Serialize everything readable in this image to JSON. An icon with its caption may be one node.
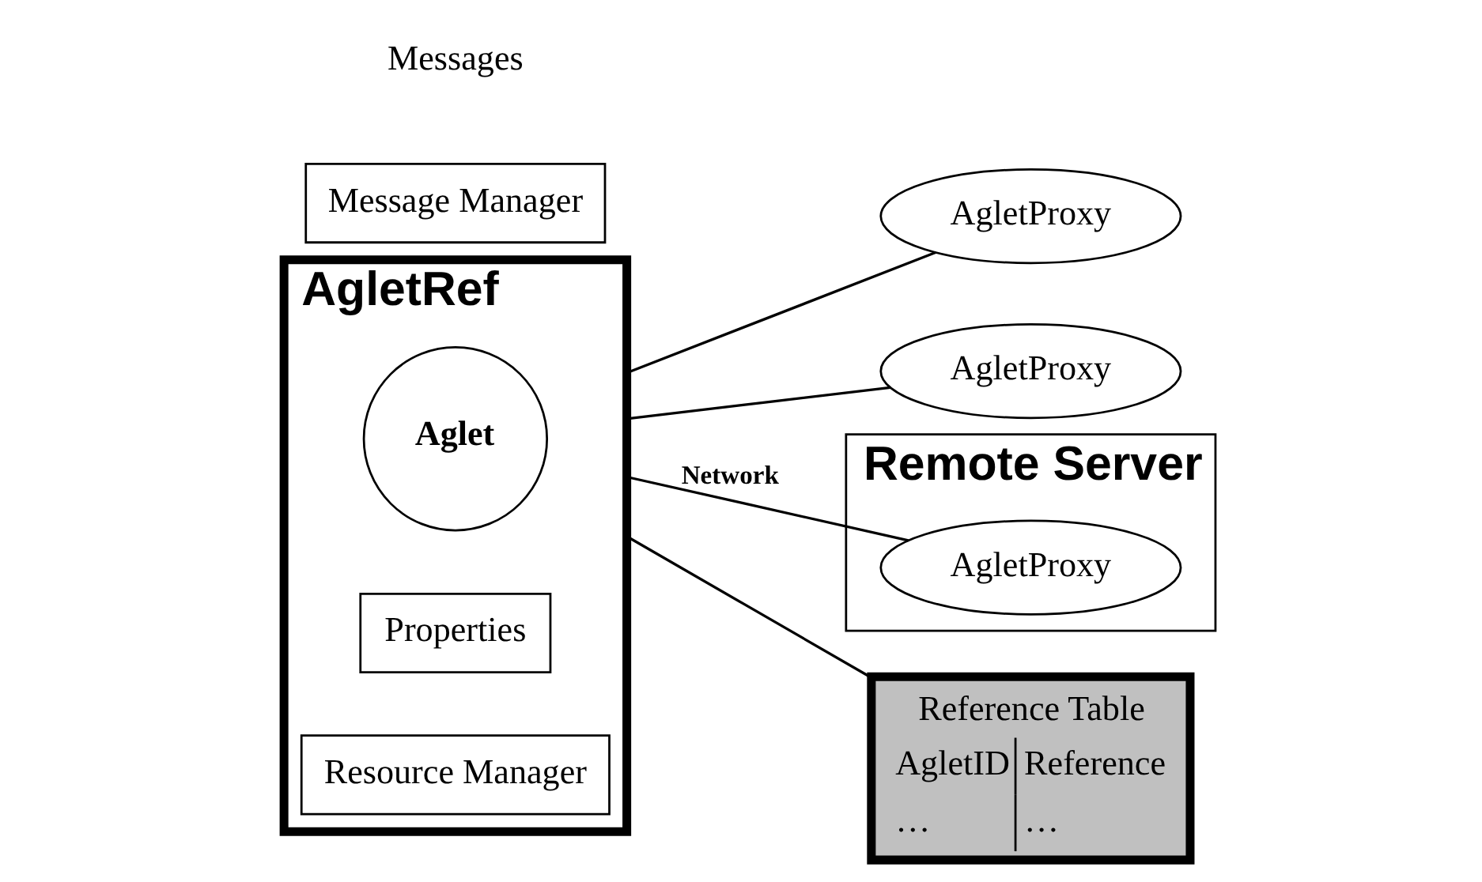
{
  "diagram": {
    "nodes": [
      {
        "text": [
          "AgletRef"
        ]
      },
      {
        "text": [
          "Aglet"
        ],
        "in": 0
      },
      {
        "text": [
          "Message Manager"
        ]
      },
      {
        "text": [
          "Properties"
        ],
        "in": 0
      },
      {
        "text": [
          "Resource Manager"
        ],
        "in": 0
      },
      {
        "text": [
          "AgletProxy"
        ]
      },
      {
        "text": [
          "AgletProxy"
        ]
      },
      {
        "text": [
          "Remote Server"
        ]
      },
      {
        "text": [
          "AgletProxy"
        ],
        "in": 7
      },
      {
        "text": [
          "Reference Table",
          "AgletID",
          "Reference",
          "…",
          "…"
        ]
      }
    ],
    "edges": [
      {
        "from": 0,
        "to": 5,
        "arrow": "none"
      },
      {
        "from": 0,
        "to": 6,
        "arrow": "none"
      },
      {
        "from": 0,
        "to": 8,
        "arrow": "none",
        "label": "Network"
      },
      {
        "from": 0,
        "to": 9,
        "arrow": "none"
      }
    ],
    "labels": [
      "Messages"
    ]
  }
}
